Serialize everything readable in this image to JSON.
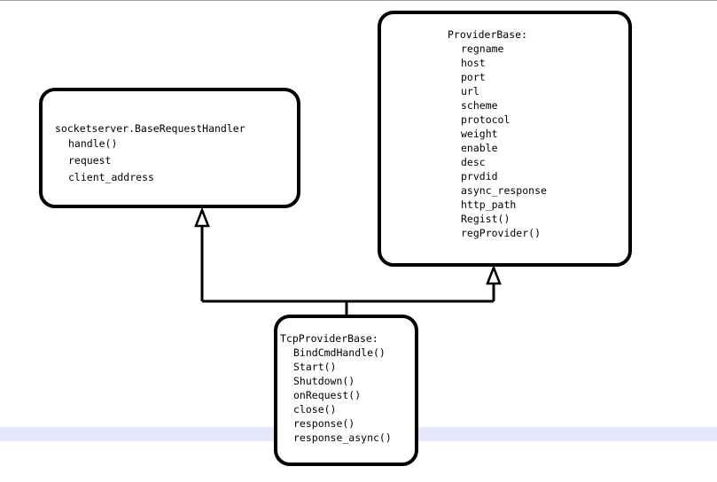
{
  "diagram": {
    "classes": {
      "base_request_handler": {
        "name": "socketserver.BaseRequestHandler",
        "members": [
          "handle()",
          "request",
          "client_address"
        ]
      },
      "provider_base": {
        "name": "ProviderBase:",
        "members": [
          "regname",
          "host",
          "port",
          "url",
          "scheme",
          "protocol",
          "weight",
          "enable",
          "desc",
          "prvdid",
          "async_response",
          "http_path",
          "Regist()",
          "regProvider()"
        ]
      },
      "tcp_provider_base": {
        "name": "TcpProviderBase:",
        "members": [
          "BindCmdHandle()",
          "Start()",
          "Shutdown()",
          "onRequest()",
          "close()",
          "response()",
          "response_async()"
        ]
      }
    },
    "relations": [
      {
        "from": "tcp_provider_base",
        "to": "base_request_handler",
        "type": "inheritance"
      },
      {
        "from": "tcp_provider_base",
        "to": "provider_base",
        "type": "inheritance"
      }
    ],
    "colors": {
      "stroke": "#000000",
      "highlight_band": "#e6e6fa",
      "background": "#ffffff"
    }
  }
}
